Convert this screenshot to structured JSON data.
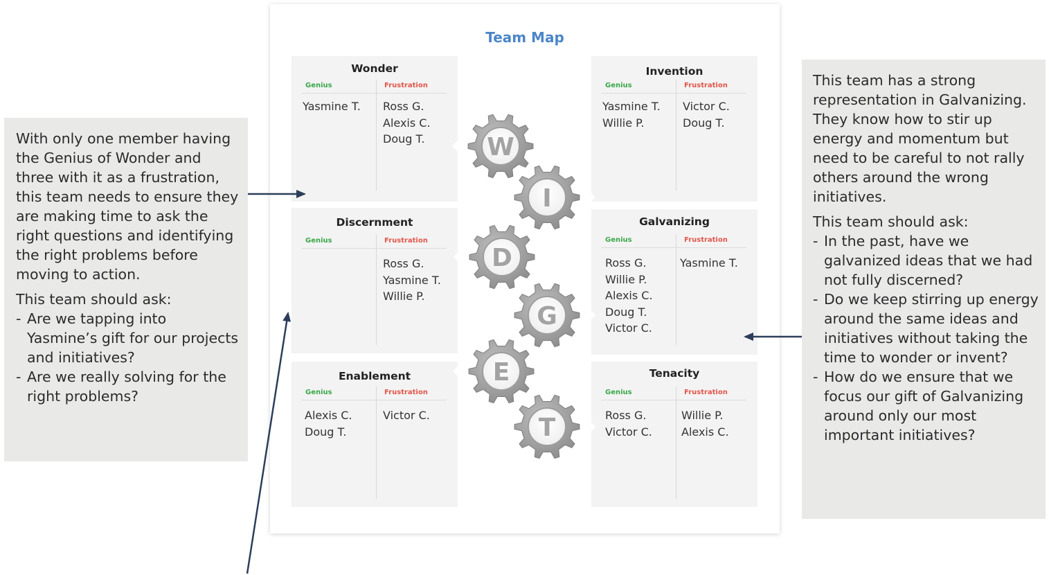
{
  "left_note": {
    "paragraph": "With only one member having the Genius of Wonder and three with it as a frustration, this team needs to ensure they are making time to ask the right questions and identifying the right problems before moving to action.",
    "ask_heading": "This team should ask:",
    "questions": [
      "Are we tapping into Yasmine’s gift for our projects and initiatives?",
      "Are we really solving for the right problems?"
    ]
  },
  "right_note": {
    "paragraph": "This team has a strong representation in Galvanizing. They know how to stir up energy and momentum but need to be careful to not rally others around the wrong initiatives.",
    "ask_heading": "This team should ask:",
    "questions": [
      "In the past, have we galvanized ideas that we had not fully discerned?",
      "Do we keep stirring up energy around the same ideas and initiatives without taking the time to wonder or invent?",
      "How do we ensure that we focus our gift of Galvanizing around only our most important initiatives?"
    ]
  },
  "team_map": {
    "title": "Team Map",
    "genius_label": "Genius",
    "frustration_label": "Frustration",
    "colors": {
      "title": "#4c86c8",
      "genius": "#3aa84a",
      "frustration": "#e1564b",
      "box": "#f3f3f3",
      "gear": "#9a9a9a"
    },
    "quadrants": [
      {
        "key": "wonder",
        "title": "Wonder",
        "genius": [
          "Yasmine T."
        ],
        "frustration": [
          "Ross G.",
          "Alexis C.",
          "Doug T."
        ]
      },
      {
        "key": "invention",
        "title": "Invention",
        "genius": [
          "Yasmine T.",
          "Willie P."
        ],
        "frustration": [
          "Victor C.",
          "Doug T."
        ]
      },
      {
        "key": "discernment",
        "title": "Discernment",
        "genius": [],
        "frustration": [
          "Ross G.",
          "Yasmine T.",
          "Willie P."
        ]
      },
      {
        "key": "galvanizing",
        "title": "Galvanizing",
        "genius": [
          "Ross G.",
          "Willie P.",
          "Alexis C.",
          "Doug T.",
          "Victor C."
        ],
        "frustration": [
          "Yasmine T."
        ]
      },
      {
        "key": "enablement",
        "title": "Enablement",
        "genius": [
          "Alexis C.",
          "Doug T."
        ],
        "frustration": [
          "Victor C."
        ]
      },
      {
        "key": "tenacity",
        "title": "Tenacity",
        "genius": [
          "Ross G.",
          "Victor C."
        ],
        "frustration": [
          "Willie P.",
          "Alexis C."
        ]
      }
    ],
    "gears": [
      {
        "letter": "W",
        "icon": "gear-icon"
      },
      {
        "letter": "I",
        "icon": "gear-icon"
      },
      {
        "letter": "D",
        "icon": "gear-icon"
      },
      {
        "letter": "G",
        "icon": "gear-icon"
      },
      {
        "letter": "E",
        "icon": "gear-icon"
      },
      {
        "letter": "T",
        "icon": "gear-icon"
      }
    ]
  }
}
